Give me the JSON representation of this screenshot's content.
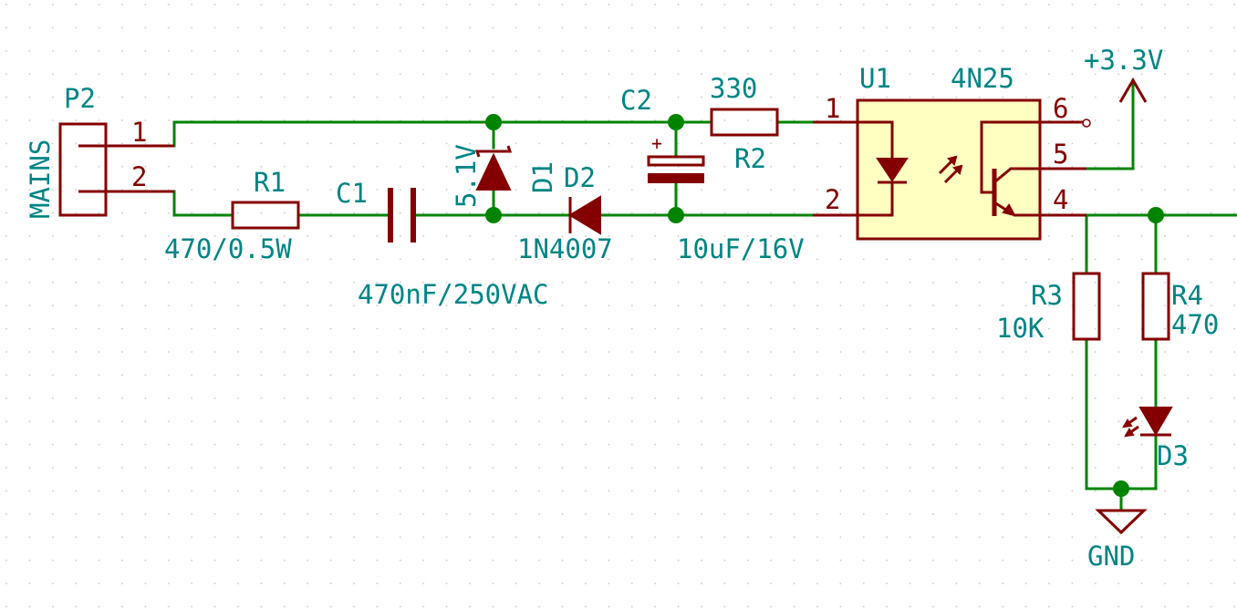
{
  "connector": {
    "ref": "P2",
    "value": "MAINS",
    "pin1": "1",
    "pin2": "2"
  },
  "r1": {
    "ref": "R1",
    "value": "470/0.5W"
  },
  "c1": {
    "ref": "C1",
    "value": "470nF/250VAC"
  },
  "d1": {
    "ref": "D1",
    "value": "5.1V"
  },
  "d2": {
    "ref": "D2",
    "value": "1N4007"
  },
  "c2": {
    "ref": "C2",
    "value": "10uF/16V",
    "polarity": "+"
  },
  "r2": {
    "ref": "R2",
    "value": "330"
  },
  "u1": {
    "ref": "U1",
    "value": "4N25",
    "pin1": "1",
    "pin2": "2",
    "pin4": "4",
    "pin5": "5",
    "pin6": "6"
  },
  "power": {
    "label": "+3.3V"
  },
  "r3": {
    "ref": "R3",
    "value": "10K"
  },
  "r4": {
    "ref": "R4",
    "value": "470"
  },
  "d3": {
    "ref": "D3"
  },
  "ground": {
    "label": "GND"
  },
  "colors": {
    "wire": "#008400",
    "component": "#840000",
    "label": "#008484",
    "ic_fill": "#ffffc2"
  }
}
